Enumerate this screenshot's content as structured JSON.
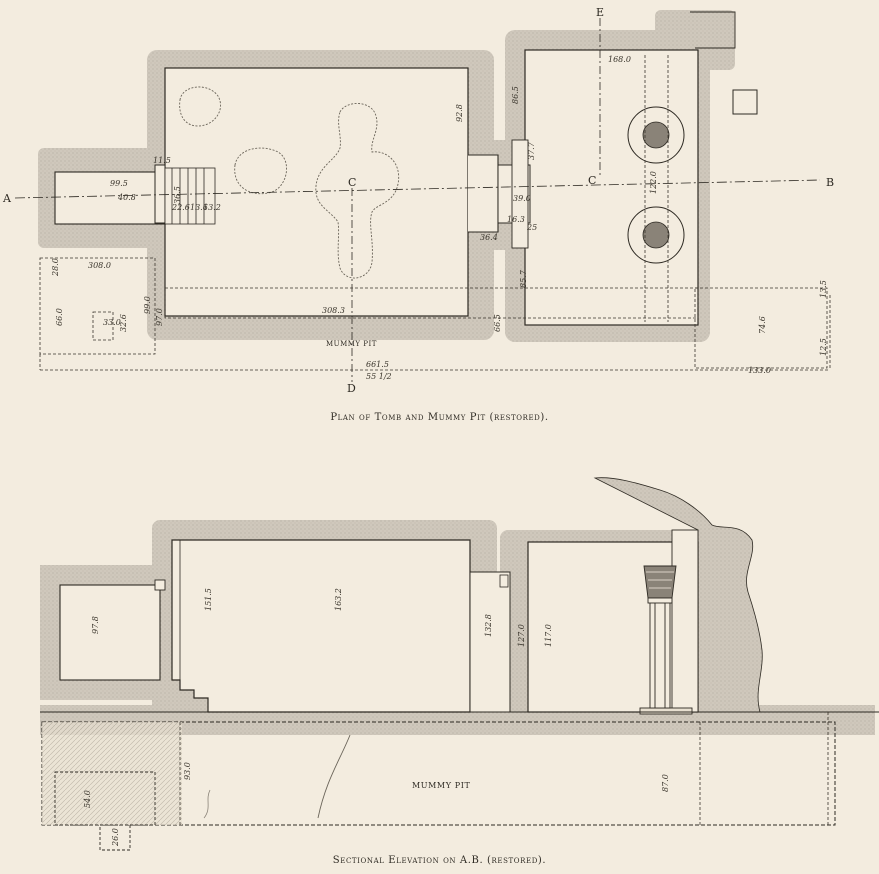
{
  "plan": {
    "caption": "Plan of Tomb and Mummy Pit (restored).",
    "section_letters": {
      "a": "A",
      "b": "B",
      "c1": "C",
      "c2": "C",
      "d": "D",
      "e": "E"
    },
    "pit_label": "MUMMY PIT",
    "dimensions": {
      "d_99_5": "99.5",
      "d_40_8": "40.8",
      "d_11_5": "11.5",
      "d_36_5": "36.5",
      "d_22_6": "22.6",
      "d_13_6": "13.6",
      "d_13_2": "13.2",
      "d_92_8": "92.8",
      "d_86_5": "86.5",
      "d_168_0": "168.0",
      "d_37_7": "37.7",
      "d_39_0": "39.0",
      "d_16_3": "16.3",
      "d_122_0": "122.0",
      "d_36_4": "36.4",
      "d_25": "25",
      "d_85_7": "85.7",
      "d_308_0": "308.0",
      "d_28_0": "28.0",
      "d_99_0": "99.0",
      "d_66_0": "66.0",
      "d_33_0": "33.0",
      "d_32_6": "32.6",
      "d_97_0": "97.0",
      "d_308_3": "308.3",
      "d_66_5": "66.5",
      "d_661_5": "661.5",
      "d_55": "55 1/2",
      "d_74_6": "74.6",
      "d_13_5": "13.5",
      "d_12_5": "12.5",
      "d_133_0": "133.0"
    }
  },
  "section": {
    "caption": "Sectional Elevation on A.B. (restored).",
    "pit_label": "MUMMY PIT",
    "dimensions": {
      "d_97_8": "97.8",
      "d_151_5": "151.5",
      "d_163_2": "163.2",
      "d_132_8": "132.8",
      "d_127_0": "127.0",
      "d_117_0": "117.0",
      "d_93_0": "93.0",
      "d_87_0": "87.0",
      "d_54_0": "54.0",
      "d_26_0": "26.0"
    }
  },
  "colors": {
    "paper": "#f3ecdf",
    "ink": "#2e2a23",
    "rock_shading": "#c9c2b6",
    "column_fill": "#8a8378"
  }
}
